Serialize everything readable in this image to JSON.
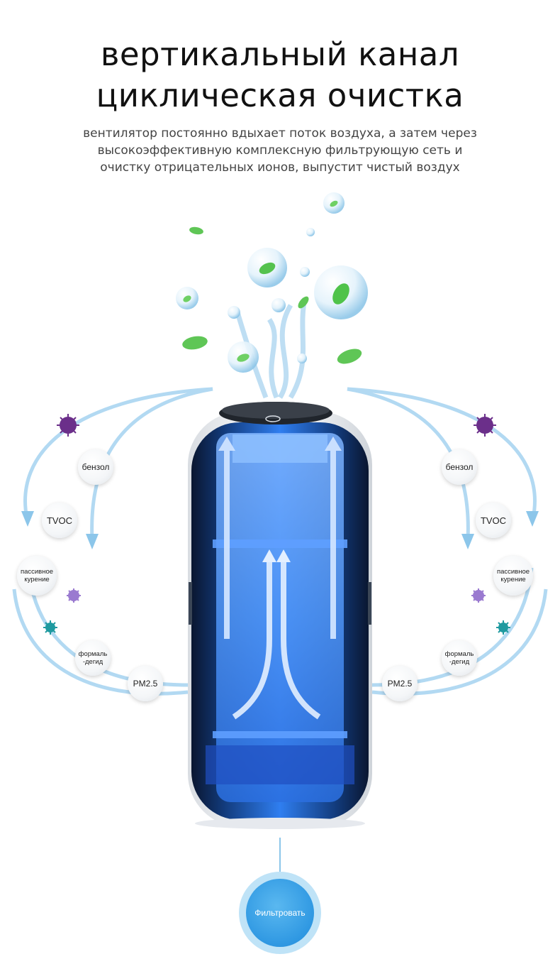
{
  "heading": {
    "line1": "вертикальный канал",
    "line2": "циклическая очистка"
  },
  "description": {
    "line1": "вентилятор постоянно вдыхает поток воздуха, а затем через",
    "line2": "высокоэффективную комплексную фильтрующую сеть и",
    "line3": "очистку отрицательных ионов, выпустит чистый воздух"
  },
  "pollutants_left": {
    "benzene": "бензол",
    "tvoc": "TVOC",
    "smoke": "пассивное курение",
    "formaldehyde": "формаль -дегид",
    "pm25": "PM2.5"
  },
  "pollutants_right": {
    "benzene": "бензол",
    "tvoc": "TVOC",
    "smoke": "пассивное курение",
    "formaldehyde": "формаль -дегид",
    "pm25": "PM2.5"
  },
  "filter_button": {
    "label": "Фильтровать"
  },
  "colors": {
    "accent_blue": "#2f98e2",
    "flow_blue": "#6fbbe8",
    "leaf_green": "#4fc34a",
    "germ_purple": "#6b2f8a",
    "germ_teal": "#1f9aa0"
  }
}
